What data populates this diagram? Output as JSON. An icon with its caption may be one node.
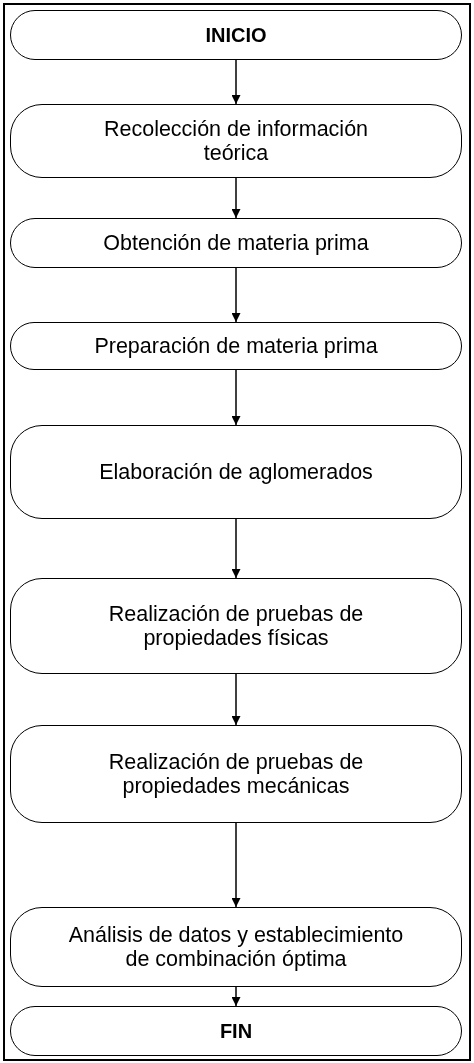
{
  "diagram": {
    "nodes": [
      {
        "text": [
          "INICIO"
        ]
      },
      {
        "text": [
          "Recolección de información teórica"
        ]
      },
      {
        "text": [
          "Obtención de materia prima"
        ]
      },
      {
        "text": [
          "Preparación de materia prima"
        ]
      },
      {
        "text": [
          "Elaboración de aglomerados"
        ]
      },
      {
        "text": [
          "Realización de pruebas de propiedades físicas"
        ]
      },
      {
        "text": [
          "Realización de pruebas de propiedades mecánicas"
        ]
      },
      {
        "text": [
          "Análisis de datos y establecimiento de combinación óptima"
        ]
      },
      {
        "text": [
          "FIN"
        ]
      }
    ],
    "edges": [
      {
        "from": 0,
        "to": 1,
        "arrow": "to"
      },
      {
        "from": 1,
        "to": 2,
        "arrow": "to"
      },
      {
        "from": 2,
        "to": 3,
        "arrow": "to"
      },
      {
        "from": 3,
        "to": 4,
        "arrow": "to"
      },
      {
        "from": 4,
        "to": 5,
        "arrow": "to"
      },
      {
        "from": 5,
        "to": 6,
        "arrow": "to"
      },
      {
        "from": 6,
        "to": 7,
        "arrow": "to"
      },
      {
        "from": 7,
        "to": 8,
        "arrow": "to"
      }
    ]
  }
}
